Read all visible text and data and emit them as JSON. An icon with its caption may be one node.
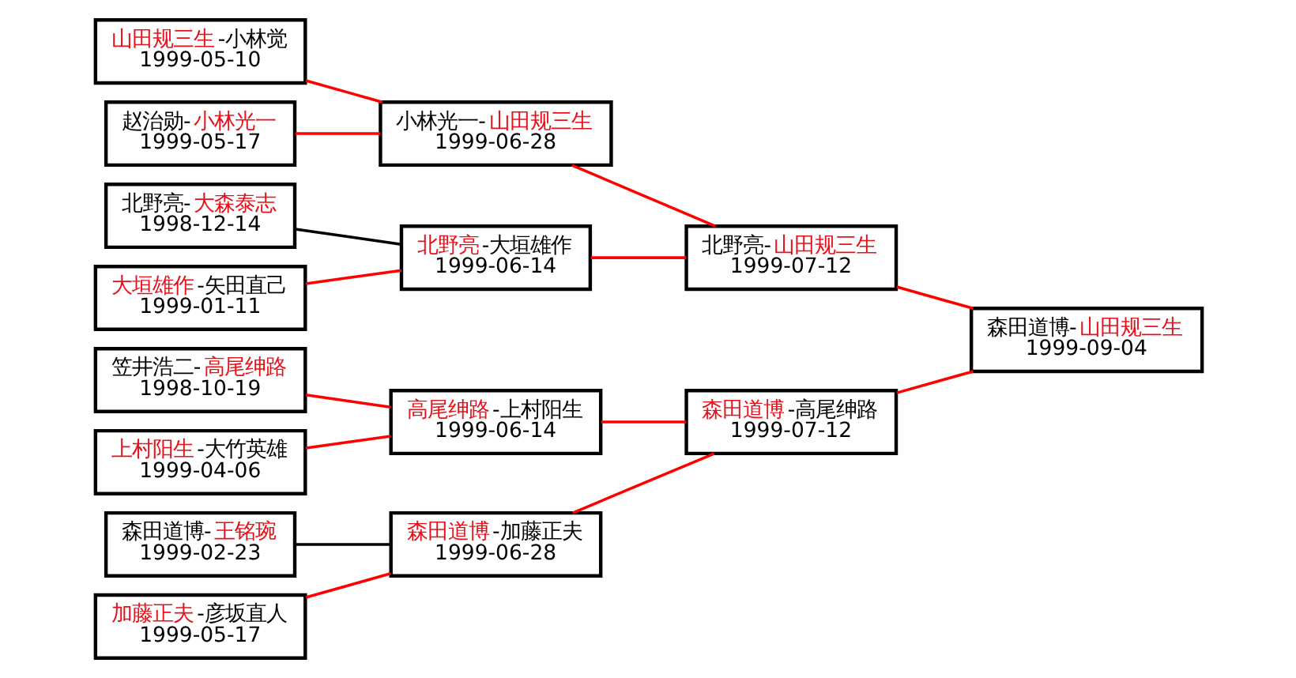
{
  "diagram": {
    "nodes": [
      {
        "text": [
          "山田规三生-小林觉",
          "1999-05-10"
        ]
      },
      {
        "text": [
          "赵治勋-小林光一",
          "1999-05-17"
        ]
      },
      {
        "text": [
          "北野亮-大森泰志",
          "1998-12-14"
        ]
      },
      {
        "text": [
          "大垣雄作-矢田直己",
          "1999-01-11"
        ]
      },
      {
        "text": [
          "森田道博-王铭琬",
          "1999-02-23"
        ]
      },
      {
        "text": [
          "加藤正夫-彦坂直人",
          "1999-05-17"
        ]
      },
      {
        "text": [
          "笠井浩二-高尾绅路",
          "1998-10-19"
        ]
      },
      {
        "text": [
          "上村阳生-大竹英雄",
          "1999-04-06"
        ]
      },
      {
        "text": [
          "小林光一-山田规三生",
          "1999-06-28"
        ]
      },
      {
        "text": [
          "北野亮-大垣雄作",
          "1999-06-14"
        ]
      },
      {
        "text": [
          "森田道博-加藤正夫",
          "1999-06-28"
        ]
      },
      {
        "text": [
          "高尾绅路-上村阳生",
          "1999-06-14"
        ]
      },
      {
        "text": [
          "北野亮-山田规三生",
          "1999-07-12"
        ]
      },
      {
        "text": [
          "森田道博-高尾绅路",
          "1999-07-12"
        ]
      },
      {
        "text": [
          "森田道博-山田规三生",
          "1999-09-04"
        ]
      }
    ],
    "edges": [
      {
        "from": 0,
        "to": 8,
        "arrow": "none"
      },
      {
        "from": 1,
        "to": 8,
        "arrow": "none"
      },
      {
        "from": 2,
        "to": 9,
        "arrow": "none",
        "color": "#000000"
      },
      {
        "from": 3,
        "to": 9,
        "arrow": "none"
      },
      {
        "from": 4,
        "to": 10,
        "arrow": "none",
        "color": "#000000"
      },
      {
        "from": 5,
        "to": 10,
        "arrow": "none"
      },
      {
        "from": 6,
        "to": 11,
        "arrow": "none"
      },
      {
        "from": 7,
        "to": 11,
        "arrow": "none"
      },
      {
        "from": 8,
        "to": 12,
        "arrow": "none"
      },
      {
        "from": 9,
        "to": 12,
        "arrow": "none"
      },
      {
        "from": 10,
        "to": 13,
        "arrow": "none"
      },
      {
        "from": 11,
        "to": 13,
        "arrow": "none"
      },
      {
        "from": 12,
        "to": 14,
        "arrow": "none"
      },
      {
        "from": 13,
        "to": 14,
        "arrow": "none"
      }
    ]
  }
}
